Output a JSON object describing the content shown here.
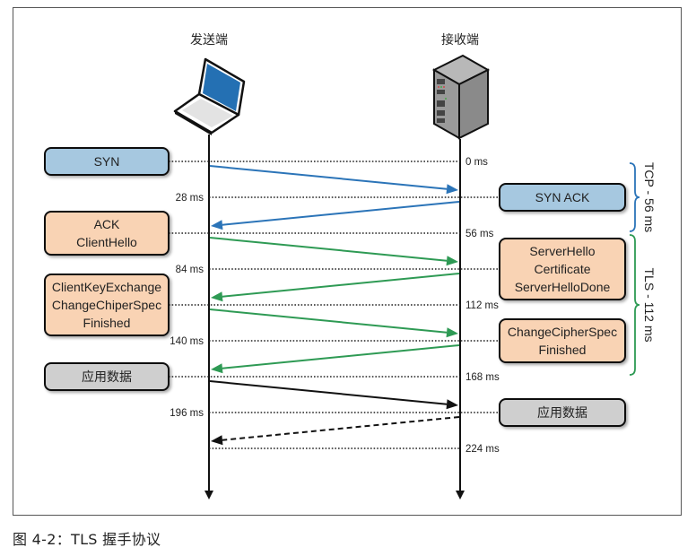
{
  "caption": "图 4-2：TLS 握手协议",
  "endpoints": {
    "sender": {
      "label": "发送端",
      "icon": "laptop-icon"
    },
    "receiver": {
      "label": "接收端",
      "icon": "server-icon"
    }
  },
  "colors": {
    "tcp": "#2b74b8",
    "tls": "#2e9a54",
    "data": "#111111",
    "box_tcp_fill": "#a6c8e0",
    "box_tls_fill": "#f9d3b4",
    "box_data_fill": "#cfcfcf",
    "laptop_screen": "#2470b3"
  },
  "timeline": {
    "unit": "ms",
    "ticks": [
      {
        "t": 0,
        "label": "0 ms",
        "side": "right"
      },
      {
        "t": 28,
        "label": "28 ms",
        "side": "left"
      },
      {
        "t": 56,
        "label": "56 ms",
        "side": "right"
      },
      {
        "t": 84,
        "label": "84 ms",
        "side": "left"
      },
      {
        "t": 112,
        "label": "112 ms",
        "side": "right"
      },
      {
        "t": 140,
        "label": "140 ms",
        "side": "left"
      },
      {
        "t": 168,
        "label": "168 ms",
        "side": "right"
      },
      {
        "t": 196,
        "label": "196 ms",
        "side": "left"
      },
      {
        "t": 224,
        "label": "224 ms",
        "side": "right"
      }
    ]
  },
  "boxes": [
    {
      "side": "left",
      "t": 0,
      "kind": "tcp",
      "lines": [
        "SYN"
      ]
    },
    {
      "side": "right",
      "t": 28,
      "kind": "tcp",
      "lines": [
        "SYN ACK"
      ]
    },
    {
      "side": "left",
      "t": 56,
      "kind": "tls",
      "lines": [
        "ACK",
        "ClientHello"
      ]
    },
    {
      "side": "right",
      "t": 84,
      "kind": "tls",
      "lines": [
        "ServerHello",
        "Certificate",
        "ServerHelloDone"
      ]
    },
    {
      "side": "left",
      "t": 112,
      "kind": "tls",
      "lines": [
        "ClientKeyExchange",
        "ChangeChiperSpec",
        "Finished"
      ]
    },
    {
      "side": "right",
      "t": 140,
      "kind": "tls",
      "lines": [
        "ChangeCipherSpec",
        "Finished"
      ]
    },
    {
      "side": "left",
      "t": 168,
      "kind": "data",
      "lines": [
        "应用数据"
      ]
    },
    {
      "side": "right",
      "t": 196,
      "kind": "data",
      "lines": [
        "应用数据"
      ]
    }
  ],
  "messages": [
    {
      "from": "sender",
      "t0": 0,
      "t1": 28,
      "kind": "tcp",
      "dashed": false
    },
    {
      "from": "receiver",
      "t0": 28,
      "t1": 56,
      "kind": "tcp",
      "dashed": false
    },
    {
      "from": "sender",
      "t0": 56,
      "t1": 84,
      "kind": "tls",
      "dashed": false
    },
    {
      "from": "receiver",
      "t0": 84,
      "t1": 112,
      "kind": "tls",
      "dashed": false
    },
    {
      "from": "sender",
      "t0": 112,
      "t1": 140,
      "kind": "tls",
      "dashed": false
    },
    {
      "from": "receiver",
      "t0": 140,
      "t1": 168,
      "kind": "tls",
      "dashed": false
    },
    {
      "from": "sender",
      "t0": 168,
      "t1": 196,
      "kind": "data",
      "dashed": false
    },
    {
      "from": "receiver",
      "t0": 196,
      "t1": 224,
      "kind": "data",
      "dashed": true
    }
  ],
  "braces": [
    {
      "label": "TCP - 56 ms",
      "t0": 0,
      "t1": 56,
      "kind": "tcp"
    },
    {
      "label": "TLS - 112 ms",
      "t0": 56,
      "t1": 168,
      "kind": "tls"
    }
  ]
}
